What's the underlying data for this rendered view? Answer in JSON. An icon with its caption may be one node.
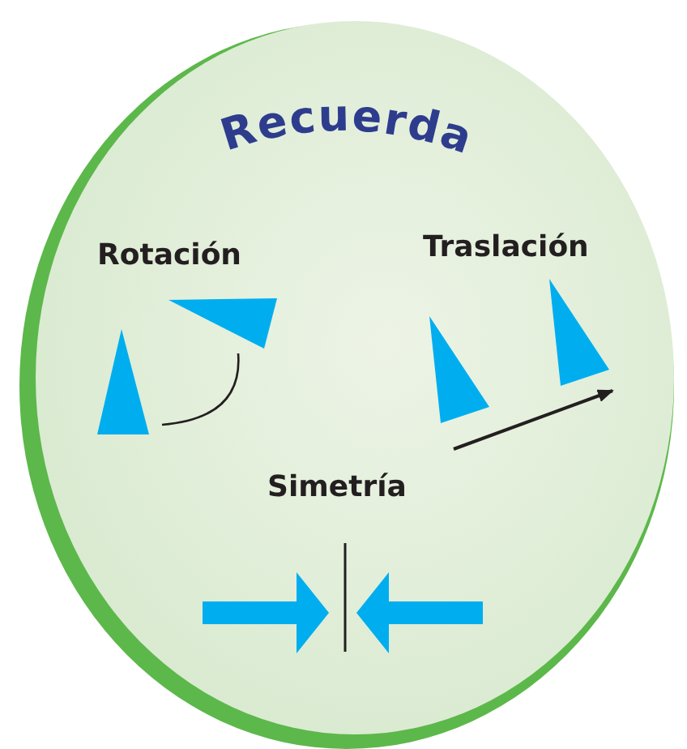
{
  "diagram": {
    "title": "Recuerda",
    "labels": [
      "Rotación",
      "Traslación",
      "Simetría"
    ]
  }
}
